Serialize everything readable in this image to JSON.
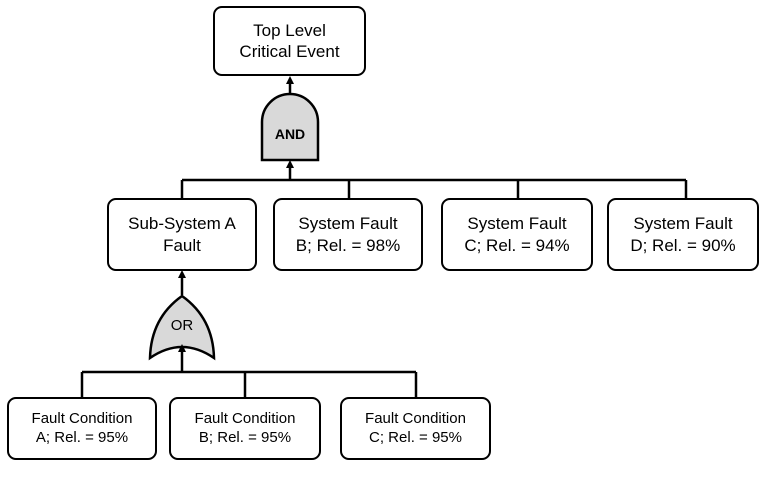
{
  "top_event": {
    "line1": "Top Level",
    "line2": "Critical Event"
  },
  "gates": {
    "and_label": "AND",
    "or_label": "OR"
  },
  "level2": [
    {
      "line1": "Sub-System A",
      "line2": "Fault"
    },
    {
      "line1": "System Fault",
      "line2": "B; Rel. = 98%"
    },
    {
      "line1": "System Fault",
      "line2": "C; Rel. = 94%"
    },
    {
      "line1": "System Fault",
      "line2": "D; Rel. = 90%"
    }
  ],
  "level3": [
    {
      "line1": "Fault Condition",
      "line2": "A; Rel. = 95%"
    },
    {
      "line1": "Fault Condition",
      "line2": "B; Rel. = 95%"
    },
    {
      "line1": "Fault Condition",
      "line2": "C; Rel. = 95%"
    }
  ],
  "colors": {
    "gate_fill": "#d9d9d9",
    "stroke": "#000000",
    "box_fill": "#ffffff"
  }
}
